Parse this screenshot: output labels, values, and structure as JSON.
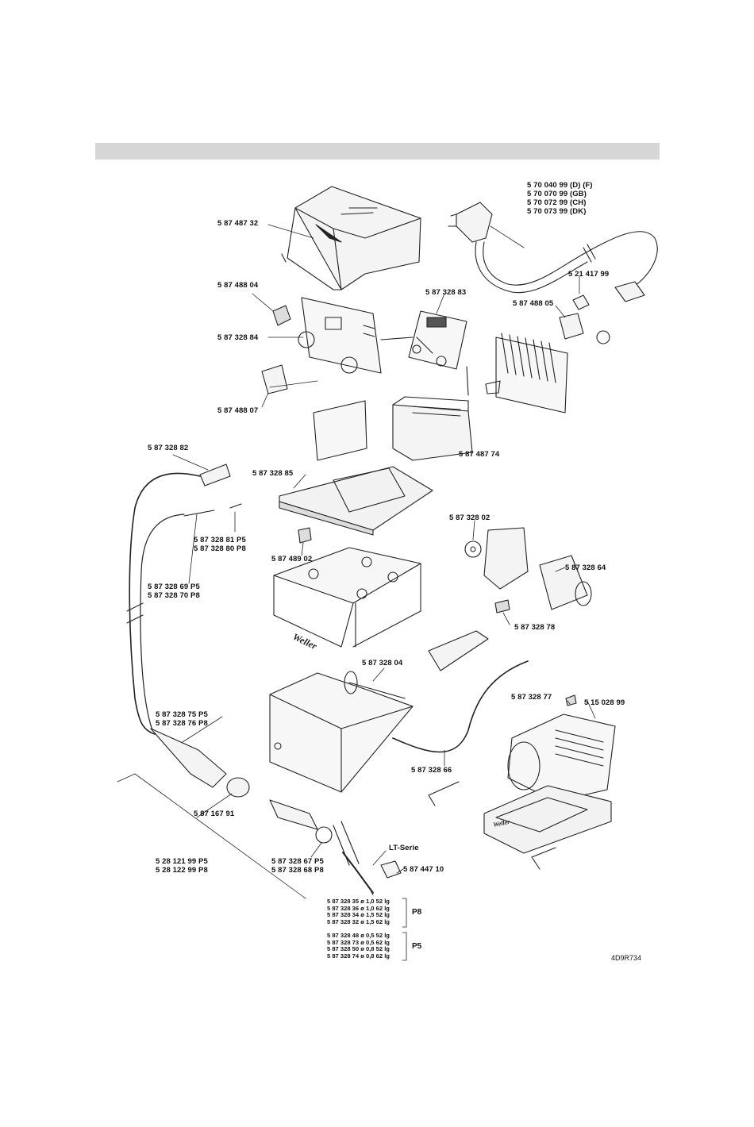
{
  "brand": {
    "logo_text": "Weller"
  },
  "drawing_code": "4D9R734",
  "labels": {
    "cover": "5 87 487 32",
    "mains_cable": [
      "5 70 040 99 (D) (F)",
      "5 70 070 99 (GB)",
      "5 70 072 99 (CH)",
      "5 70 073 99 (DK)"
    ],
    "switch": "5 87 488 04",
    "fuse": "5 21 417 99",
    "display_pcb": "5 87 328 83",
    "socket": "5 87 488 05",
    "front_panel": "5 87 328 84",
    "window": "5 87 488 07",
    "transformer": "5 87 487 74",
    "cable_plug": "5 87 328 82",
    "base": "5 87 328 85",
    "connector": [
      "5 87 328 81 P5",
      "5 87 328 80 P8"
    ],
    "foot": "5 87 489 02",
    "hose": [
      "5 87 328 69 P5",
      "5 87 328 70 P8"
    ],
    "pump_part": "5 87 328 02",
    "pump": "5 87 328 64",
    "pump_clip": "5 87 328 78",
    "holder": "5 87 328 04",
    "handle": [
      "5 87 328 75 P5",
      "5 87 328 76 P8"
    ],
    "clip": "5 87 328 77",
    "stand": "5 15 028 99",
    "hose2": "5 87 328 66",
    "nut": "5 87 167 91",
    "tool": [
      "5 28 121 99 P5",
      "5 28 122 99 P8"
    ],
    "heater": [
      "5 87 328 67 P5",
      "5 87 328 68 P8"
    ],
    "lt_series": "LT-Serie",
    "tip_nut": "5 87 447 10"
  },
  "tips": {
    "p8": {
      "group": "P8",
      "rows": [
        "5 87 328 35  ø 1,0 52 lg",
        "5 87 328 36  ø 1,0 62 lg",
        "5 87 328 34  ø 1,5 52 lg",
        "5 87 328 32  ø 1,5 62 lg"
      ]
    },
    "p5": {
      "group": "P5",
      "rows": [
        "5 87 328 48  ø 0,5 52 lg",
        "5 87 328 73  ø 0,5 62 lg",
        "5 87 328 50  ø 0,8 52 lg",
        "5 87 328 74  ø 0,8 62 lg"
      ]
    }
  }
}
